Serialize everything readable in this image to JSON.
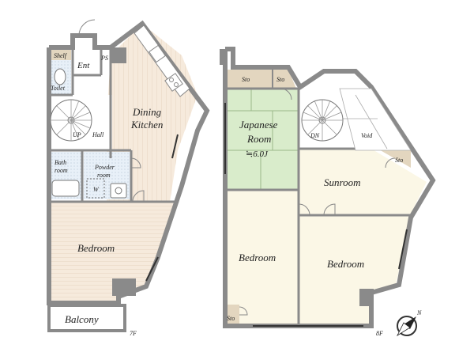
{
  "floor7": {
    "label": "7F",
    "rooms": {
      "shelf": "Shelf",
      "ent": "Ent",
      "ps": "PS",
      "toilet": "Toilet",
      "up": "UP",
      "hall": "Hall",
      "dining_kitchen_1": "Dining",
      "dining_kitchen_2": "Kitchen",
      "bath_1": "Bath",
      "bath_2": "room",
      "powder_1": "Powder",
      "powder_2": "room",
      "washer": "W",
      "bedroom": "Bedroom",
      "balcony": "Balcony"
    }
  },
  "floor8": {
    "label": "8F",
    "rooms": {
      "sto_1": "Sto",
      "sto_2": "Sto",
      "japanese_1": "Japanese",
      "japanese_2": "Room",
      "japanese_size": "≒6.0J",
      "dn": "DN",
      "void": "Void",
      "sto_3": "Sto",
      "sunroom": "Sunroom",
      "bedroom_1": "Bedroom",
      "bedroom_2": "Bedroom",
      "sto_4": "Sto"
    }
  },
  "compass": {
    "label": "N"
  },
  "colors": {
    "wall": "#8a8a8a",
    "wall_dark": "#555555",
    "floor_wood": "#f6eadc",
    "floor_wet": "#e8f0f8",
    "tatami": "#d9eccb",
    "storage": "#e3d6bf",
    "sunroom": "#fbf7e6",
    "bedroom8": "#fbf7e6"
  }
}
